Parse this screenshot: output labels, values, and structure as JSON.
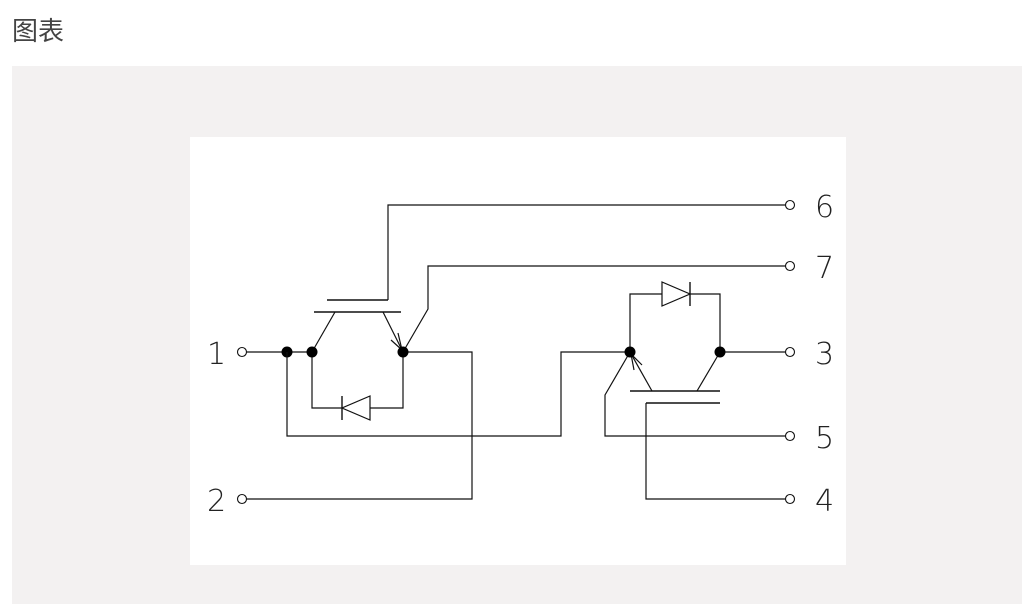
{
  "page": {
    "heading": "图表"
  },
  "diagram": {
    "terminals": [
      {
        "id": "t1",
        "label": "1"
      },
      {
        "id": "t2",
        "label": "2"
      },
      {
        "id": "t3",
        "label": "3"
      },
      {
        "id": "t4",
        "label": "4"
      },
      {
        "id": "t5",
        "label": "5"
      },
      {
        "id": "t6",
        "label": "6"
      },
      {
        "id": "t7",
        "label": "7"
      }
    ]
  },
  "colors": {
    "panel_background": "#f3f1f1",
    "card_background": "#ffffff",
    "line": "#111111"
  }
}
